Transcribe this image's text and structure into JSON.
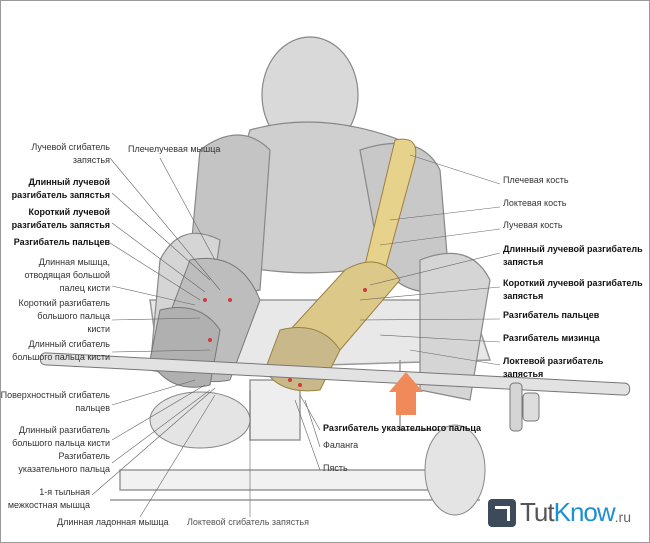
{
  "left_labels": [
    {
      "lines": [
        "Лучевой сгибатель",
        "запястья"
      ],
      "bold": false
    },
    {
      "lines": [
        "Длинный лучевой",
        "разгибатель запястья"
      ],
      "bold": true
    },
    {
      "lines": [
        "Короткий лучевой",
        "разгибатель запястья"
      ],
      "bold": true
    },
    {
      "lines": [
        "Разгибатель пальцев"
      ],
      "bold": true
    },
    {
      "lines": [
        "Длинная мышца,",
        "отводящая большой",
        "палец кисти"
      ],
      "bold": false
    },
    {
      "lines": [
        "Короткий разгибатель",
        "большого пальца",
        "кисти"
      ],
      "bold": false
    },
    {
      "lines": [
        "Длинный сгибатель",
        "большого пальца кисти"
      ],
      "bold": false
    },
    {
      "lines": [
        "Поверхностный сгибатель",
        "пальцев"
      ],
      "bold": false
    },
    {
      "lines": [
        "Длинный разгибатель",
        "большого пальца кисти"
      ],
      "bold": false
    },
    {
      "lines": [
        "Разгибатель",
        "указательного пальца"
      ],
      "bold": false
    },
    {
      "lines": [
        "1-я тыльная",
        "межкостная мышца"
      ],
      "bold": false
    }
  ],
  "top_label": "Плечелучевая мышца",
  "bottom_labels": [
    "Длинная ладонная мышца",
    "Локтевой сгибатель запястья"
  ],
  "right_labels": [
    {
      "lines": [
        "Плечевая кость"
      ],
      "bold": false
    },
    {
      "lines": [
        "Локтевая кость"
      ],
      "bold": false
    },
    {
      "lines": [
        "Лучевая кость"
      ],
      "bold": false
    },
    {
      "lines": [
        "Длинный лучевой разгибатель",
        "запястья"
      ],
      "bold": true
    },
    {
      "lines": [
        "Короткий лучевой разгибатель",
        "запястья"
      ],
      "bold": true
    },
    {
      "lines": [
        "Разгибатель пальцев"
      ],
      "bold": true
    },
    {
      "lines": [
        "Разгибатель мизинца"
      ],
      "bold": true
    },
    {
      "lines": [
        "Локтевой разгибатель",
        "запястья"
      ],
      "bold": true
    }
  ],
  "center_labels": {
    "index_extensor": "Разгибатель указательного пальца",
    "phalanx": "Фаланга",
    "metacarpus": "Пясть"
  },
  "logo": {
    "part1": "Tut",
    "part2": "Know",
    "part3": ".ru"
  },
  "colors": {
    "bone": "#e6d28a",
    "arrow": "#f08a5a",
    "muscle_red": "#d23a3a",
    "brand_blue": "#1e8fcf"
  }
}
